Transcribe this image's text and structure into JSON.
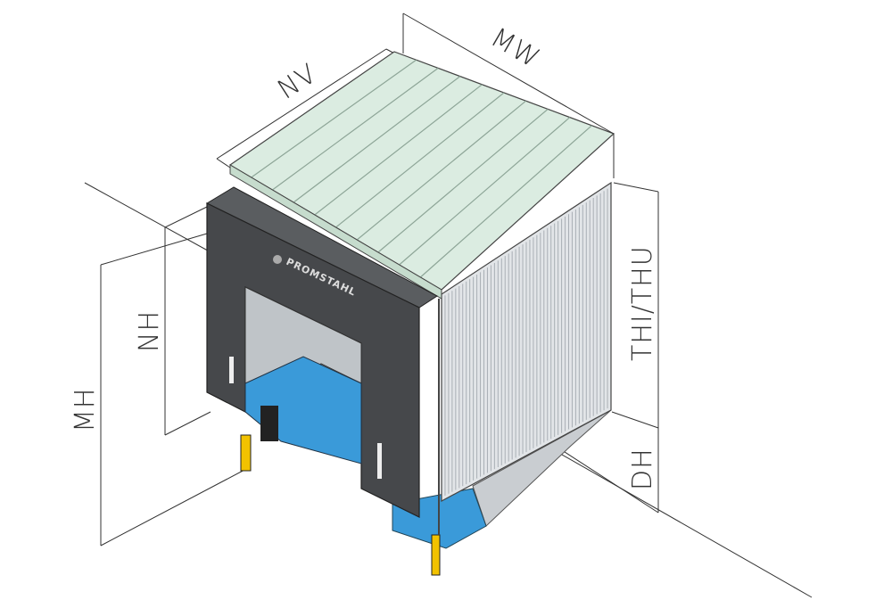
{
  "dimensions": {
    "nv": "NV",
    "mw": "MW",
    "thi_thu": "THI/THU",
    "dh": "DH",
    "nh": "NH",
    "mh": "MH"
  },
  "logo": "PROMSTAHL",
  "colors": {
    "roof": "#dbece1",
    "wall": "#dfe2e5",
    "hood": "#46484b",
    "platform": "#3a9ad9",
    "line": "#333333"
  }
}
